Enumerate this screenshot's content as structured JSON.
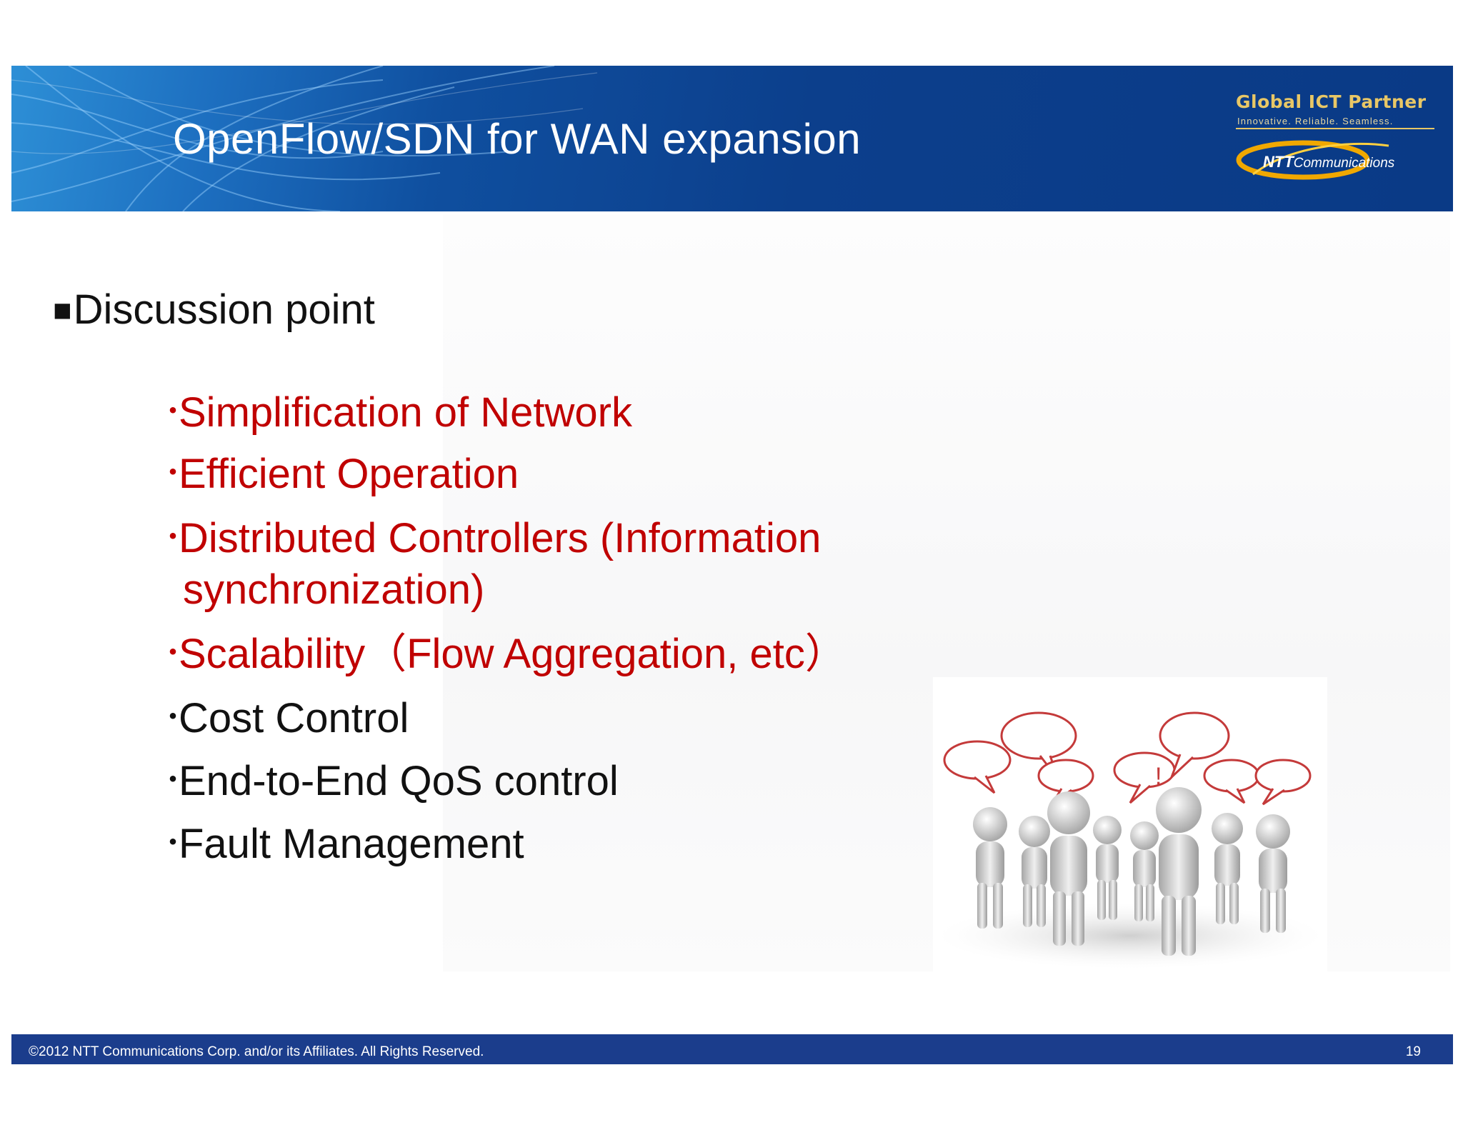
{
  "header": {
    "title": "OpenFlow/SDN for WAN expansion",
    "logo": {
      "tagline": "Global ICT Partner",
      "subtagline": "Innovative. Reliable. Seamless.",
      "brand_bold": "NTT",
      "brand_rest": "Communications"
    },
    "colors": {
      "band": "#0c3f8c",
      "title_text": "#ffffff",
      "logo_gold": "#e8c766"
    }
  },
  "main": {
    "heading_marker": "■",
    "heading": "Discussion point",
    "bullet_marker": "・",
    "bullets": [
      {
        "text": "Simplification of Network",
        "color": "#c00000"
      },
      {
        "text": "Efficient Operation",
        "color": "#c00000"
      },
      {
        "text": "Distributed Controllers (Information",
        "continuation": "synchronization)",
        "color": "#c00000"
      },
      {
        "text": "Scalability（Flow Aggregation, etc）",
        "color": "#c00000"
      },
      {
        "text": "Cost Control",
        "color": "#111111"
      },
      {
        "text": "End-to-End QoS control",
        "color": "#111111"
      },
      {
        "text": "Fault Management",
        "color": "#111111"
      }
    ],
    "illustration": "group-of-people-with-speech-bubbles"
  },
  "footer": {
    "copyright": "©2012  NTT Communications Corp. and/or its Affiliates. All Rights Reserved.",
    "page_number": "19",
    "color": "#1b3d8c"
  }
}
